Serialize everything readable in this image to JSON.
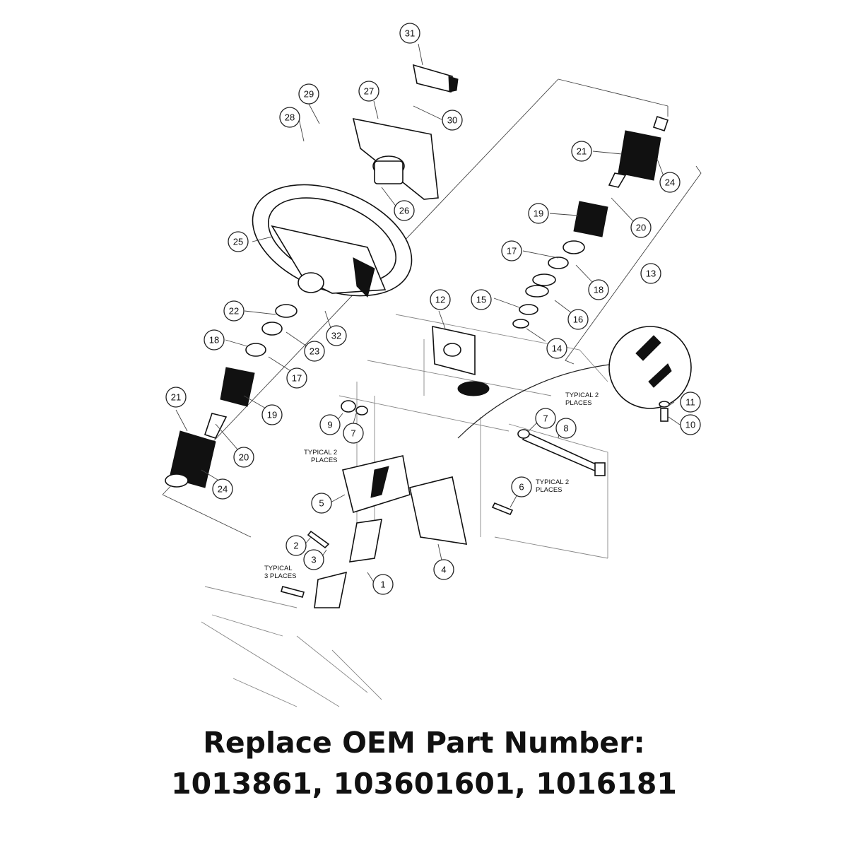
{
  "callouts": [
    {
      "n": "31"
    },
    {
      "n": "29"
    },
    {
      "n": "27"
    },
    {
      "n": "30"
    },
    {
      "n": "28"
    },
    {
      "n": "26"
    },
    {
      "n": "25"
    },
    {
      "n": "22"
    },
    {
      "n": "23"
    },
    {
      "n": "32"
    },
    {
      "n": "18"
    },
    {
      "n": "17"
    },
    {
      "n": "19"
    },
    {
      "n": "21"
    },
    {
      "n": "20"
    },
    {
      "n": "24"
    },
    {
      "n": "21"
    },
    {
      "n": "24"
    },
    {
      "n": "19"
    },
    {
      "n": "20"
    },
    {
      "n": "17"
    },
    {
      "n": "18"
    },
    {
      "n": "13"
    },
    {
      "n": "15"
    },
    {
      "n": "16"
    },
    {
      "n": "14"
    },
    {
      "n": "12"
    },
    {
      "n": "11"
    },
    {
      "n": "10"
    },
    {
      "n": "9"
    },
    {
      "n": "7"
    },
    {
      "n": "7"
    },
    {
      "n": "8"
    },
    {
      "n": "5"
    },
    {
      "n": "6"
    },
    {
      "n": "2"
    },
    {
      "n": "3"
    },
    {
      "n": "4"
    },
    {
      "n": "1"
    }
  ],
  "notes": {
    "typical_2_places_a": [
      "TYPICAL 2",
      "PLACES"
    ],
    "typical_2_places_b": [
      "TYPICAL 2",
      "PLACES"
    ],
    "typical_2_places_c": [
      "TYPICAL 2",
      "PLACES"
    ],
    "typical_3_places": [
      "TYPICAL",
      "3 PLACES"
    ]
  },
  "caption": {
    "line1": "Replace OEM Part Number:",
    "line2": "1013861, 103601601, 1016181"
  }
}
